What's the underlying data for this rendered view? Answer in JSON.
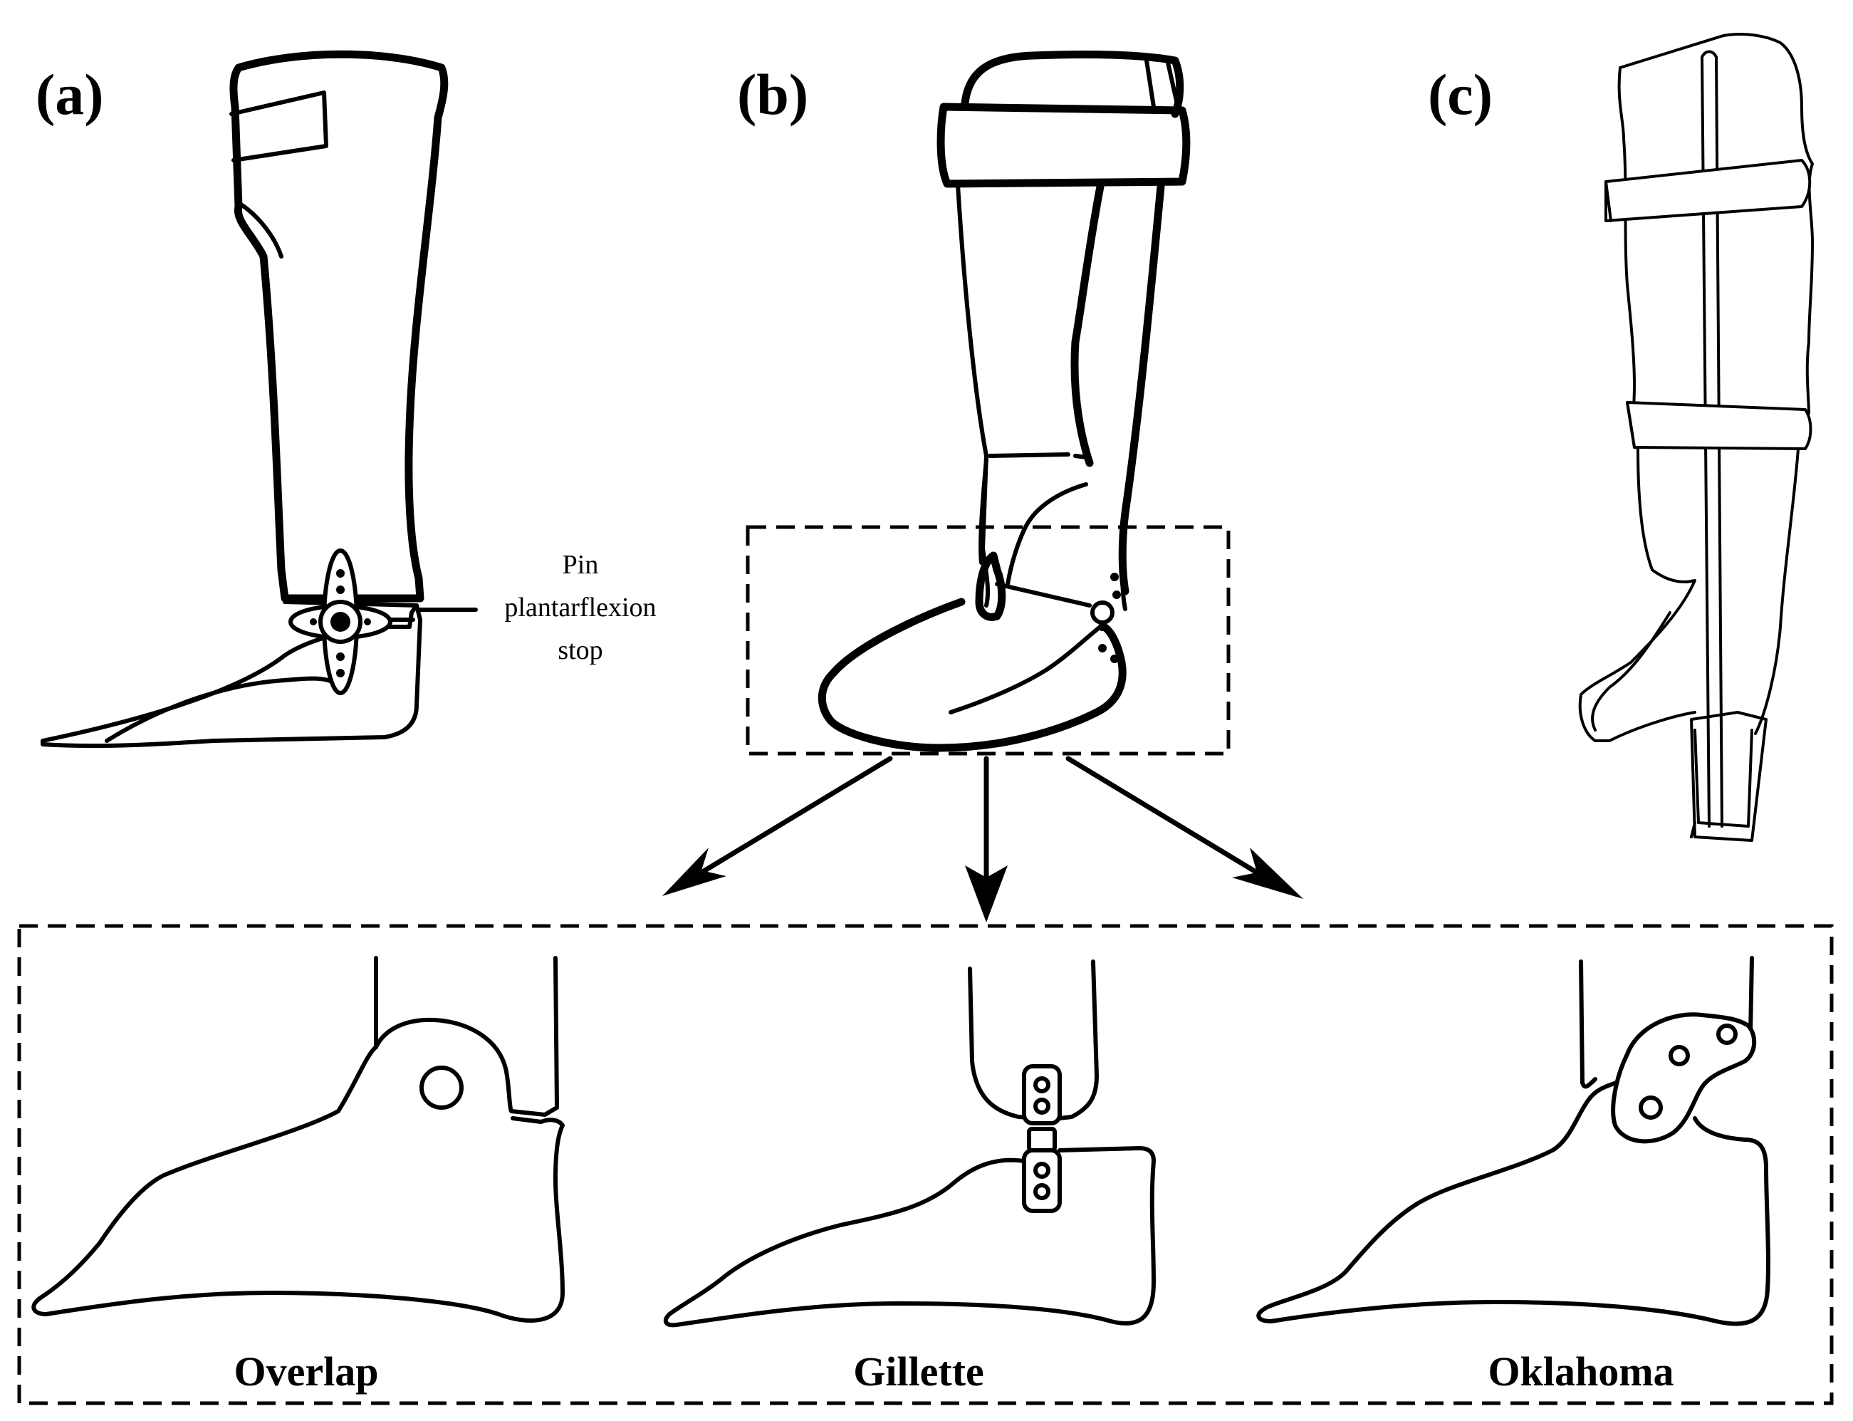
{
  "panels": {
    "a": {
      "label": "(a)",
      "annotation": [
        "Pin",
        "plantarflexion",
        "stop"
      ]
    },
    "b": {
      "label": "(b)"
    },
    "c": {
      "label": "(c)"
    }
  },
  "joints": [
    {
      "id": "overlap",
      "name": "Overlap"
    },
    {
      "id": "gillette",
      "name": "Gillette"
    },
    {
      "id": "oklahoma",
      "name": "Oklahoma"
    }
  ]
}
